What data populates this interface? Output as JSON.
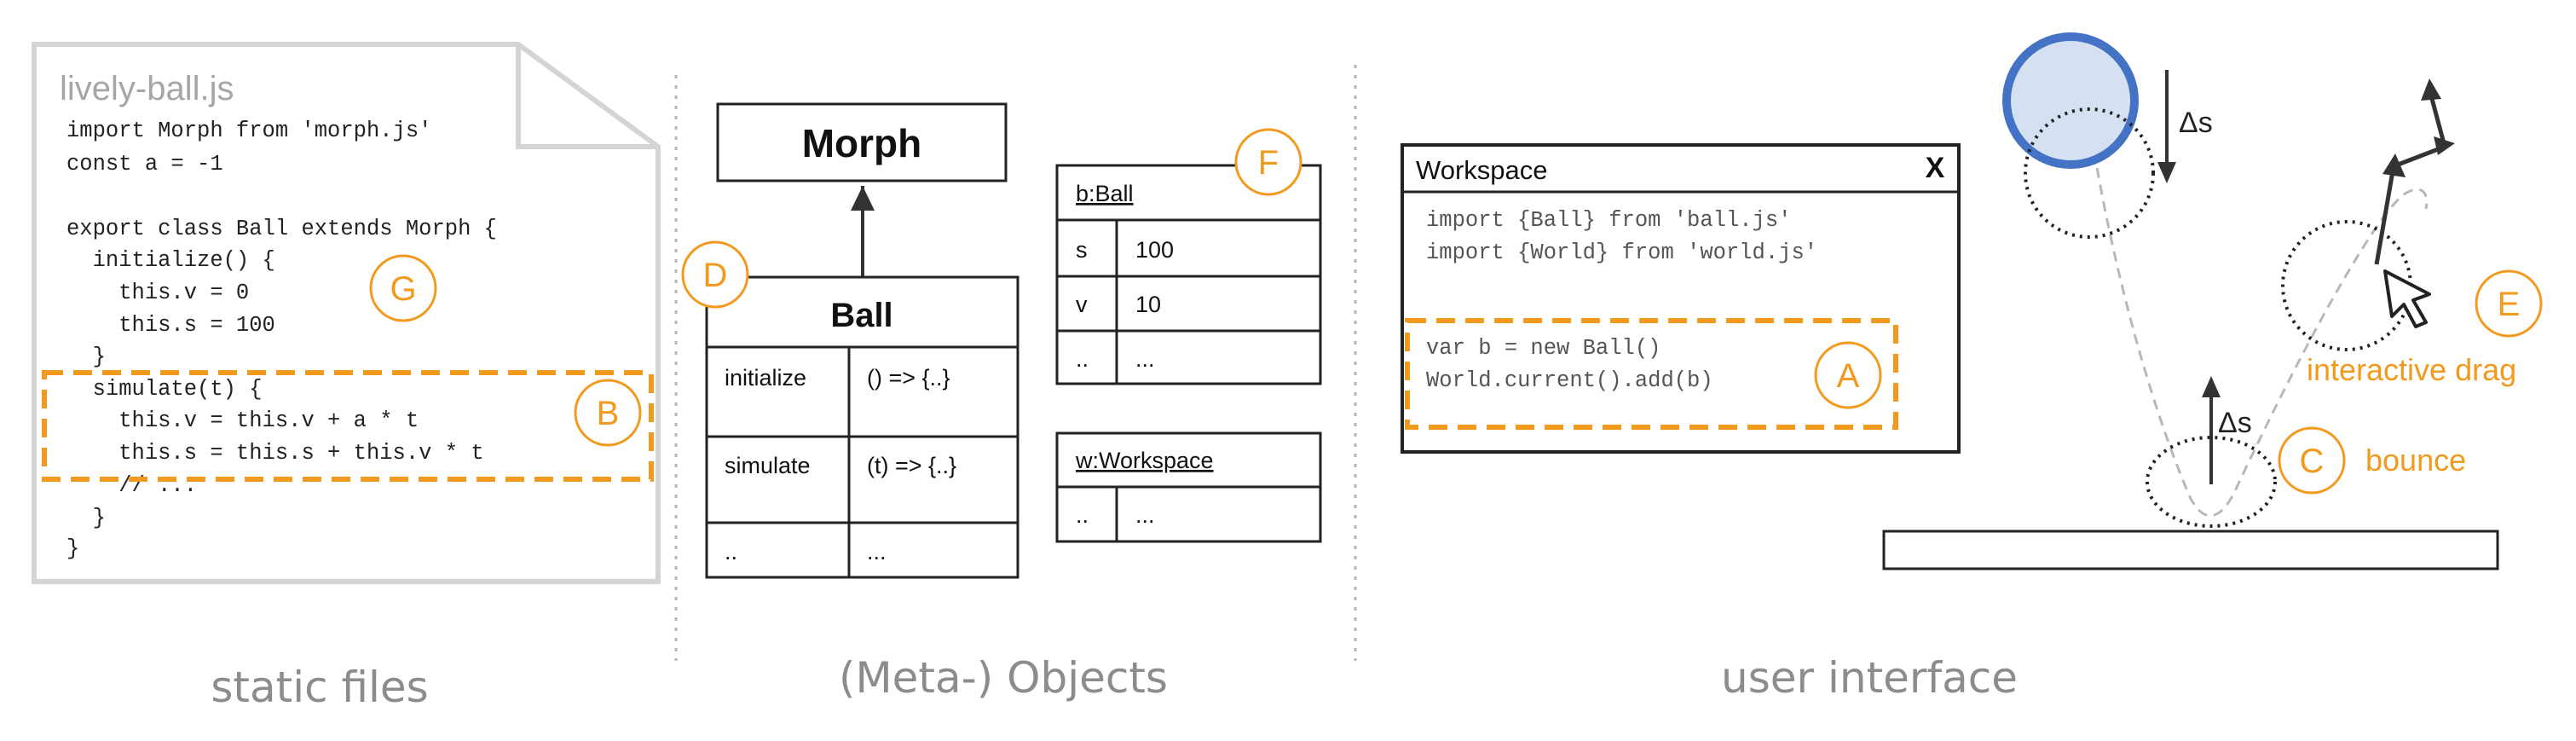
{
  "static_files": {
    "filename": "lively-ball.js",
    "code_lines": [
      "import Morph from 'morph.js'",
      "const a = -1",
      "",
      "export class Ball extends Morph {",
      "  initialize() {",
      "    this.v = 0",
      "    this.s = 100",
      "  }",
      "  simulate(t) {",
      "    this.v = this.v + a * t",
      "    this.s = this.s + this.v * t",
      "    // ...",
      "  }",
      "}"
    ],
    "caption": "static files"
  },
  "meta_objects": {
    "morph_label": "Morph",
    "ball": {
      "title": "Ball",
      "rows": [
        {
          "key": "initialize",
          "value": "() => {..}"
        },
        {
          "key": "simulate",
          "value": "(t) => {..}"
        },
        {
          "key": "..",
          "value": "..."
        }
      ]
    },
    "b_ball": {
      "title": "b:Ball",
      "rows": [
        {
          "key": "s",
          "value": "100"
        },
        {
          "key": "v",
          "value": "10"
        },
        {
          "key": "..",
          "value": "..."
        }
      ]
    },
    "w_workspace": {
      "title": "w:Workspace",
      "rows": [
        {
          "key": "..",
          "value": "..."
        }
      ]
    },
    "caption": "(Meta-) Objects"
  },
  "user_interface": {
    "workspace": {
      "title": "Workspace",
      "close": "X",
      "code_lines": [
        "import {Ball} from 'ball.js'",
        "import {World} from 'world.js'",
        "",
        "var b = new Ball()",
        "World.current().add(b)"
      ]
    },
    "delta_top": "Δs",
    "delta_bottom": "Δs",
    "bounce_label": "bounce",
    "drag_label": "interactive drag",
    "caption": "user interface"
  },
  "markers": {
    "A": "A",
    "B": "B",
    "C": "C",
    "D": "D",
    "E": "E",
    "F": "F",
    "G": "G"
  },
  "colors": {
    "accent": "#f29a1e",
    "ball_fill": "#d6e0f3",
    "ball_stroke": "#4472c4",
    "caption": "#8c8c8c"
  }
}
